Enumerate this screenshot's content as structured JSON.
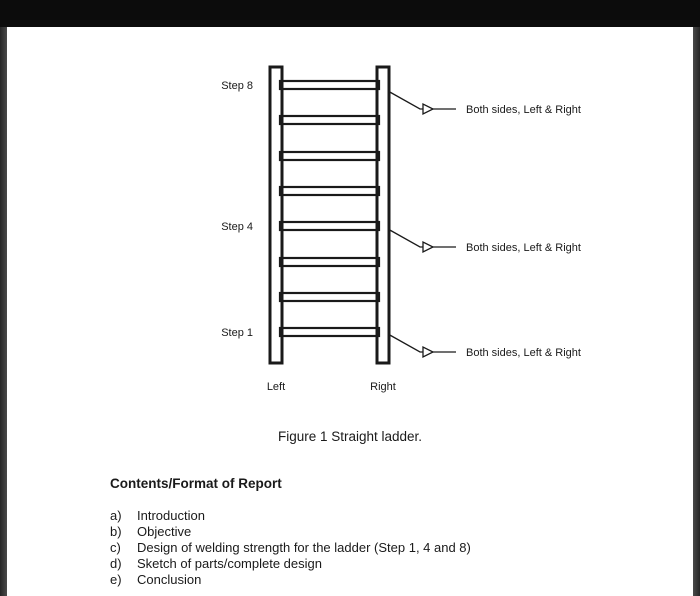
{
  "page": {
    "colors": {
      "top_bar": "#0c0c0c",
      "side_edge": "#3a3a3a",
      "ink": "#1a1a1a",
      "paper": "#ffffff"
    }
  },
  "figure": {
    "step_labels": {
      "top": "Step 8",
      "middle": "Step 4",
      "bottom": "Step 1"
    },
    "rail_labels": {
      "left": "Left",
      "right": "Right"
    },
    "callouts": [
      {
        "text": "Both sides, Left & Right"
      },
      {
        "text": "Both sides, Left & Right"
      },
      {
        "text": "Both sides, Left & Right"
      }
    ],
    "caption": "Figure 1 Straight ladder."
  },
  "report": {
    "heading": "Contents/Format of Report",
    "items": [
      {
        "label": "a)",
        "text": "Introduction"
      },
      {
        "label": "b)",
        "text": "Objective"
      },
      {
        "label": "c)",
        "text": "Design of welding strength for the ladder (Step 1, 4 and 8)"
      },
      {
        "label": "d)",
        "text": "Sketch of parts/complete design"
      },
      {
        "label": "e)",
        "text": "Conclusion"
      }
    ]
  }
}
